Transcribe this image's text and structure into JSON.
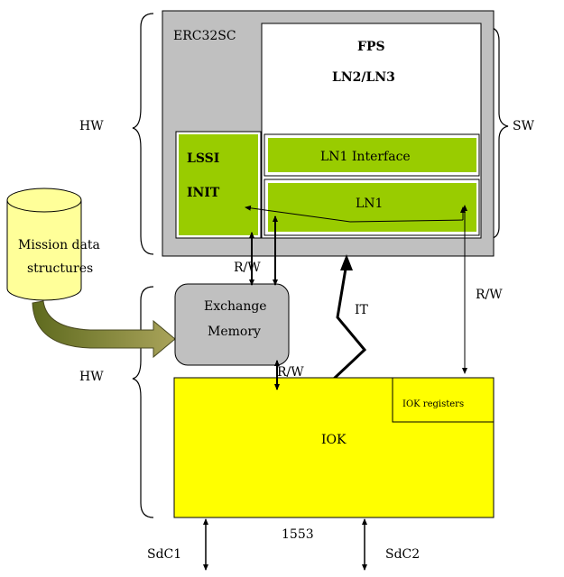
{
  "diagram": {
    "brace_labels": {
      "hw_top": "HW",
      "sw_right": "SW",
      "hw_bottom": "HW"
    },
    "processor": {
      "label": "ERC32SC",
      "fill": "#c0c0c0"
    },
    "fps": {
      "line1": "FPS",
      "line2": "LN2/LN3"
    },
    "lssi": {
      "line1": "LSSI",
      "line2": "INIT",
      "fill": "#99cc00"
    },
    "ln1_interface": {
      "label": "LN1 Interface",
      "fill": "#99cc00"
    },
    "ln1": {
      "label": "LN1",
      "fill": "#99cc00"
    },
    "mission_data": {
      "line1": "Mission data",
      "line2": "structures",
      "fill": "#ffff99"
    },
    "exchange_memory": {
      "line1": "Exchange",
      "line2": "Memory",
      "fill": "#c0c0c0"
    },
    "iok": {
      "label": "IOK",
      "fill": "#ffff00"
    },
    "iok_registers": {
      "label": "IOK registers"
    },
    "arrow_labels": {
      "rw_left": "R/W",
      "rw_right": "R/W",
      "rw_iok": "R/W",
      "it": "IT"
    },
    "bus": {
      "label": "1553",
      "sdc1": "SdC1",
      "sdc2": "SdC2"
    },
    "colors": {
      "arrow_fill": "#808000"
    }
  }
}
